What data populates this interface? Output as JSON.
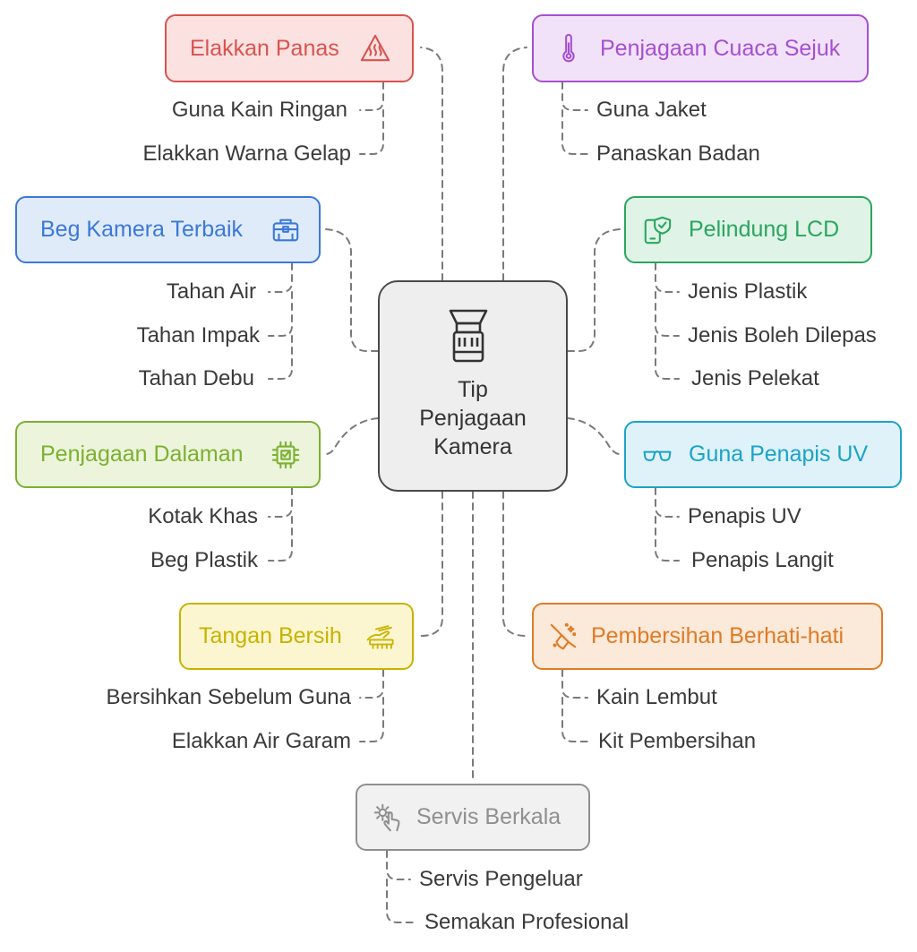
{
  "center": {
    "title": "Tip Penjagaan Kamera",
    "icon": "camera-lens-icon"
  },
  "branches": [
    {
      "id": "heat",
      "label": "Elakkan Panas",
      "icon": "hot-surface-warning-icon",
      "color": "#d9534f",
      "bg": "#fbe2e1",
      "items": [
        "Guna Kain Ringan",
        "Elakkan Warna Gelap"
      ]
    },
    {
      "id": "cold",
      "label": "Penjagaan Cuaca Sejuk",
      "icon": "thermometer-icon",
      "color": "#a64fd1",
      "bg": "#f1e2fa",
      "items": [
        "Guna Jaket",
        "Panaskan Badan"
      ]
    },
    {
      "id": "bag",
      "label": "Beg Kamera Terbaik",
      "icon": "camera-bag-icon",
      "color": "#3b78d8",
      "bg": "#e0ebfa",
      "items": [
        "Tahan Air",
        "Tahan Impak",
        "Tahan Debu"
      ]
    },
    {
      "id": "lcd",
      "label": "Pelindung LCD",
      "icon": "phone-shield-icon",
      "color": "#2ba55f",
      "bg": "#dff4e7",
      "items": [
        "Jenis Plastik",
        "Jenis Boleh Dilepas",
        "Jenis Pelekat"
      ]
    },
    {
      "id": "internal",
      "label": "Penjagaan Dalaman",
      "icon": "chip-icon",
      "color": "#7cb030",
      "bg": "#ecf5dc",
      "items": [
        "Kotak Khas",
        "Beg Plastik"
      ]
    },
    {
      "id": "uv",
      "label": "Guna Penapis UV",
      "icon": "glasses-icon",
      "color": "#1ba3c9",
      "bg": "#dff2f9",
      "items": [
        "Penapis UV",
        "Penapis Langit"
      ]
    },
    {
      "id": "hands",
      "label": "Tangan Bersih",
      "icon": "hand-brush-icon",
      "color": "#c9b200",
      "bg": "#fbf6cf",
      "items": [
        "Bersihkan Sebelum Guna",
        "Elakkan Air Garam"
      ]
    },
    {
      "id": "clean",
      "label": "Pembersihan Berhati-hati",
      "icon": "broom-icon",
      "color": "#e07b25",
      "bg": "#fbe9da",
      "items": [
        "Kain Lembut",
        "Kit Pembersihan"
      ]
    },
    {
      "id": "service",
      "label": "Servis Berkala",
      "icon": "gear-hand-icon",
      "color": "#8f8f8f",
      "bg": "#f1f1f1",
      "items": [
        "Servis Pengeluar",
        "Semakan Profesional"
      ]
    }
  ]
}
